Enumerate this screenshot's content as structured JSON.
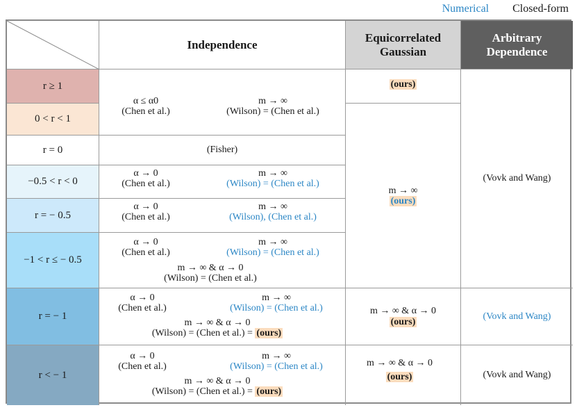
{
  "legend": {
    "numerical": "Numerical",
    "closed_form": "Closed-form"
  },
  "colors": {
    "numerical": "#2b86c5",
    "ours_highlight": "#fbdcbd"
  },
  "headers": {
    "independence": "Independence",
    "equicorrelated_line1": "Equicorrelated",
    "equicorrelated_line2": "Gaussian",
    "arbitrary_line1": "Arbitrary",
    "arbitrary_line2": "Dependence"
  },
  "rows": {
    "r1": "r ≥ 1",
    "r2": "0 < r < 1",
    "r3": "r = 0",
    "r4": "−0.5 < r < 0",
    "r5": "r = − 0.5",
    "r6": "−1 < r ≤ − 0.5",
    "r7": "r = − 1",
    "r8": "r < − 1"
  },
  "independence": {
    "r12": {
      "left_cond": "α ≤ α0",
      "left_ref": "(Chen et al.)",
      "right_cond": "m → ∞",
      "right_ref": "(Wilson) = (Chen et al.)"
    },
    "r3": {
      "ref": "(Fisher)"
    },
    "r4": {
      "left_cond": "α → 0",
      "left_ref": "(Chen et al.)",
      "right_cond": "m → ∞",
      "right_ref": "(Wilson) = (Chen et al.)"
    },
    "r5": {
      "left_cond": "α → 0",
      "left_ref": "(Chen et al.)",
      "right_cond": "m → ∞",
      "right_ref": "(Wilson), (Chen et al.)"
    },
    "r6": {
      "left_cond": "α → 0",
      "left_ref": "(Chen et al.)",
      "right_cond": "m → ∞",
      "right_ref": "(Wilson) = (Chen et al.)",
      "bottom_cond": "m → ∞ & α → 0",
      "bottom_ref": "(Wilson) = (Chen et al.)"
    },
    "r7": {
      "left_cond": "α → 0",
      "left_ref": "(Chen et al.)",
      "right_cond": "m → ∞",
      "right_ref": "(Wilson) = (Chen et al.)",
      "bottom_cond": "m → ∞ & α → 0",
      "bottom_ref": "(Wilson) = (Chen et al.) = ",
      "ours": "(ours)"
    },
    "r8": {
      "left_cond": "α → 0",
      "left_ref": "(Chen et al.)",
      "right_cond": "m → ∞",
      "right_ref": "(Wilson) = (Chen et al.)",
      "bottom_cond": "m → ∞ & α → 0",
      "bottom_ref": "(Wilson) = (Chen et al.) = ",
      "ours": "(ours)"
    }
  },
  "equicorrelated": {
    "r1": {
      "ours": "(ours)"
    },
    "r2to6": {
      "cond": "m → ∞",
      "ours": "(ours)"
    },
    "r7": {
      "cond": "m → ∞ & α → 0",
      "ours": "(ours)"
    },
    "r8": {
      "cond": "m → ∞ & α → 0",
      "ours": "(ours)"
    }
  },
  "arbitrary": {
    "r1to6": "(Vovk and Wang)",
    "r7": "(Vovk and Wang)",
    "r8": "(Vovk and Wang)"
  }
}
